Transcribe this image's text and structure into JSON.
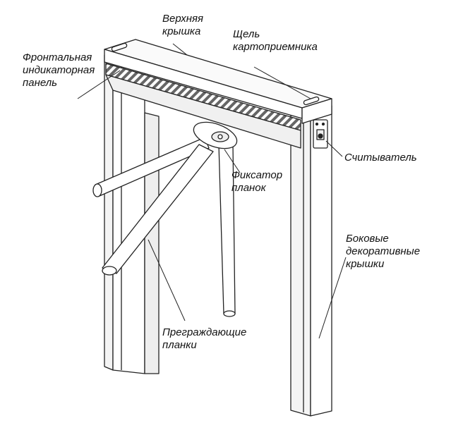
{
  "labels": {
    "top_cover": "Верхняя\nкрышка",
    "card_slot": "Щель\nкартоприемника",
    "front_panel": "Фронтальная\nиндикаторная\nпанель",
    "reader": "Считыватель",
    "bar_lock": "Фиксатор\nпланок",
    "side_covers": "Боковые\nдекоративные\nкрышки",
    "barrier_bars": "Преграждающие\nпланки"
  }
}
